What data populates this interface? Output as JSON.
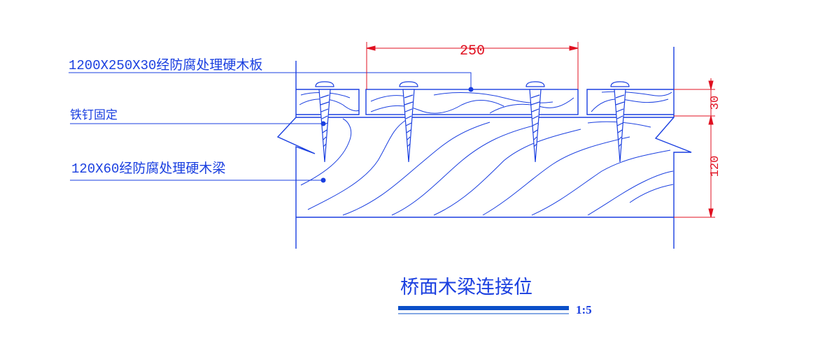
{
  "drawing": {
    "title": "桥面木梁连接位",
    "scale": "1:5",
    "colors": {
      "line": "#1a3fe0",
      "dimension": "#e01020",
      "title_bar": "#0a4fc8",
      "text": "#1a3fe0"
    },
    "labels": {
      "deck_board": "1200X250X30经防腐处理硬木板",
      "nail": "铁钉固定",
      "beam": "120X60经防腐处理硬木梁"
    },
    "dimensions": {
      "board_spacing": "250",
      "board_thickness": "30",
      "beam_height": "120"
    }
  }
}
